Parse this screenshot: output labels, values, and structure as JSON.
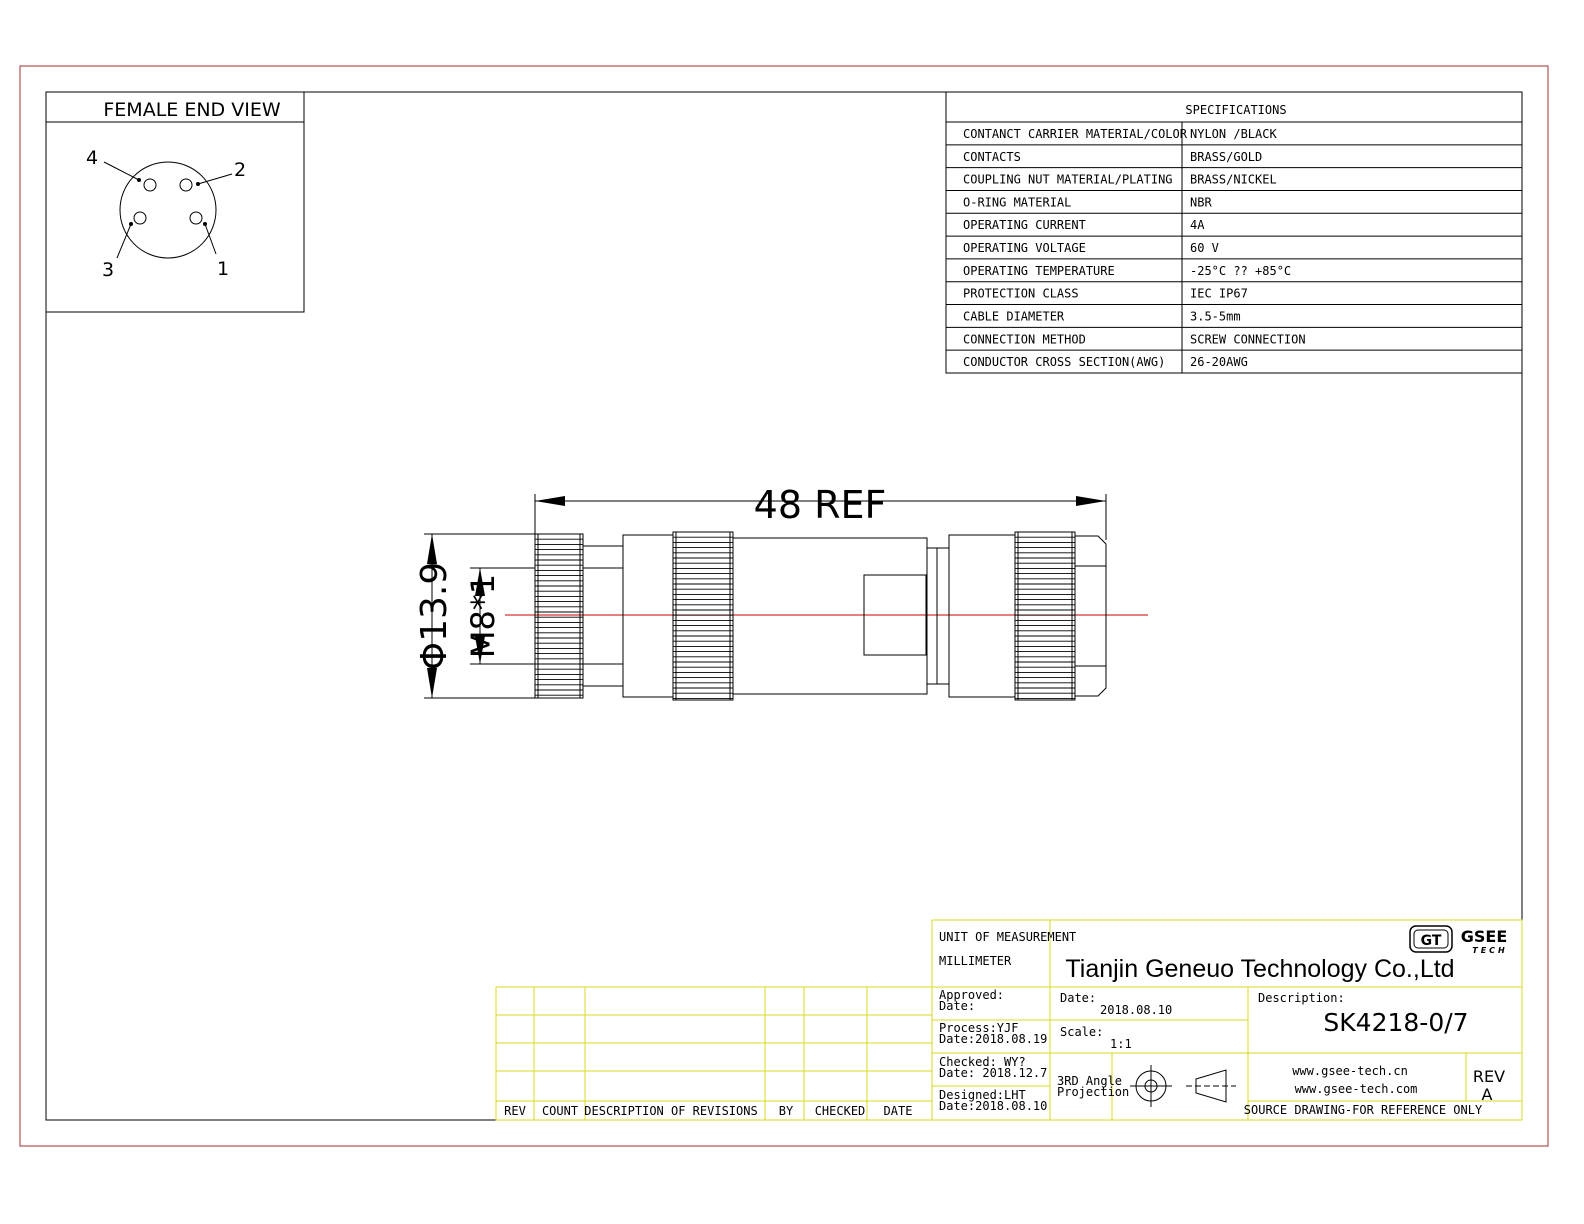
{
  "female_end_view": {
    "title": "FEMALE END VIEW",
    "pins": [
      "4",
      "2",
      "3",
      "1"
    ]
  },
  "specifications": {
    "title": "SPECIFICATIONS",
    "rows": [
      {
        "label": "CONTANCT CARRIER MATERIAL/COLOR",
        "value": "NYLON /BLACK"
      },
      {
        "label": "CONTACTS",
        "value": "BRASS/GOLD"
      },
      {
        "label": "COUPLING NUT MATERIAL/PLATING",
        "value": "BRASS/NICKEL"
      },
      {
        "label": "O-RING MATERIAL",
        "value": "NBR"
      },
      {
        "label": "OPERATING CURRENT",
        "value": "4A"
      },
      {
        "label": "OPERATING VOLTAGE",
        "value": "60 V"
      },
      {
        "label": "OPERATING TEMPERATURE",
        "value": "-25°C ?? +85°C"
      },
      {
        "label": "PROTECTION CLASS",
        "value": "IEC  IP67"
      },
      {
        "label": "CABLE  DIAMETER",
        "value": "3.5-5mm"
      },
      {
        "label": "CONNECTION  METHOD",
        "value": "SCREW  CONNECTION"
      },
      {
        "label": "CONDUCTOR  CROSS  SECTION(AWG)",
        "value": "26-20AWG"
      }
    ]
  },
  "dimensions": {
    "length": "48 REF",
    "outer_diameter": "Φ13.9",
    "thread": "M8*1"
  },
  "revision_table": {
    "headers": [
      "REV",
      "COUNT",
      "DESCRIPTION  OF  REVISIONS",
      "BY",
      "CHECKED",
      "DATE"
    ]
  },
  "title_block": {
    "unit_label": "UNIT OF MEASUREMENT",
    "unit_value": "MILLIMETER",
    "company": "Tianjin Geneuo Technology Co.,Ltd",
    "logo_mark": "GT",
    "logo_text": "GSEE",
    "logo_sub": "TECH",
    "approved": "Approved:",
    "approved_date": "Date:",
    "process": "Process:YJF",
    "process_date": "Date:2018.08.19",
    "checked": "Checked: WY?",
    "checked_date": "Date:   2018.12.7",
    "designed": "Designed:LHT",
    "designed_date": "Date:2018.08.10",
    "date_label": "Date:",
    "date_value": "2018.08.10",
    "scale_label": "Scale:",
    "scale_value": "1:1",
    "projection_line1": "3RD Angle",
    "projection_line2": "Projection",
    "description_label": "Description:",
    "part_number": "SK4218-0/7",
    "website1": "www.gsee-tech.cn",
    "website2": "www.gsee-tech.com",
    "rev_label": "REV",
    "rev_value": "A",
    "source_note": "SOURCE DRAWING-FOR REFERENCE ONLY"
  },
  "colors": {
    "frame": "#a03030",
    "title_block": "#d8d820",
    "line": "#000000",
    "centerline": "#cc0000"
  }
}
